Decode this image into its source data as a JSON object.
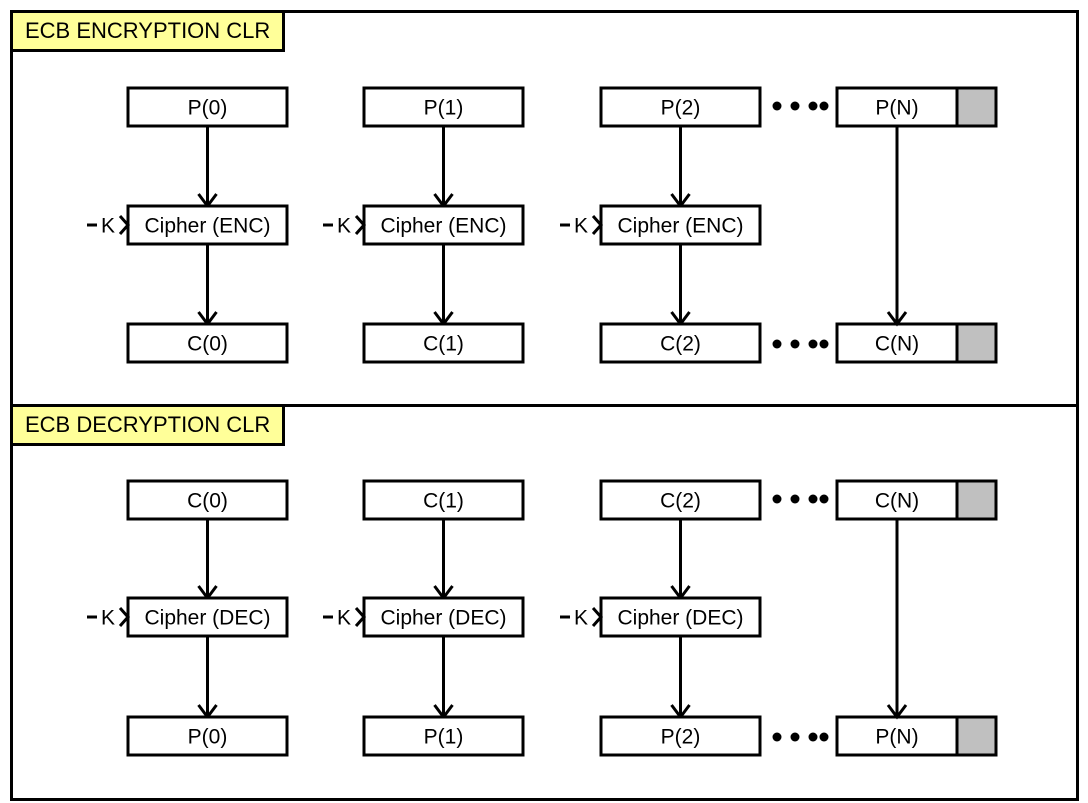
{
  "colors": {
    "title_bg": "#ffff99",
    "padding_cell": "#c0c0c0",
    "stroke": "#000000"
  },
  "encryption": {
    "title": "ECB ENCRYPTION CLR",
    "inputs": [
      "P(0)",
      "P(1)",
      "P(2)",
      "P(N)"
    ],
    "cipher": "Cipher (ENC)",
    "key": "K",
    "outputs": [
      "C(0)",
      "C(1)",
      "C(2)",
      "C(N)"
    ]
  },
  "decryption": {
    "title": "ECB DECRYPTION CLR",
    "inputs": [
      "C(0)",
      "C(1)",
      "C(2)",
      "C(N)"
    ],
    "cipher": "Cipher (DEC)",
    "key": "K",
    "outputs": [
      "P(0)",
      "P(1)",
      "P(2)",
      "P(N)"
    ]
  }
}
